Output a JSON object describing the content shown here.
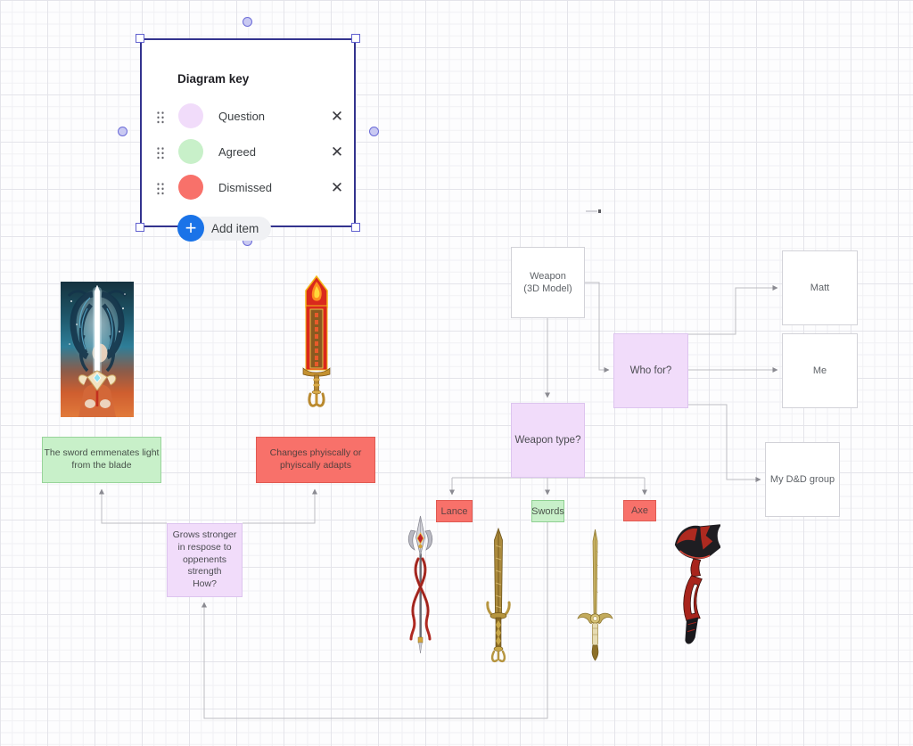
{
  "legend": {
    "title": "Diagram key",
    "items": [
      {
        "label": "Question",
        "color": "#f1dcfa"
      },
      {
        "label": "Agreed",
        "color": "#c8f0c9"
      },
      {
        "label": "Dismissed",
        "color": "#f8716a"
      }
    ],
    "add_item_label": "Add item",
    "icons": {
      "add": "+",
      "remove": "✕"
    }
  },
  "flow": {
    "weapon_model": "Weapon\n(3D Model)",
    "who_for": "Who for?",
    "matt": "Matt",
    "me": "Me",
    "dnd_group": "My D&D group",
    "weapon_type": "Weapon type?",
    "branches": [
      {
        "label": "Lance",
        "color": "#f8716a"
      },
      {
        "label": "Swords",
        "color": "#c8f0c9"
      },
      {
        "label": "Axe",
        "color": "#f8716a"
      }
    ]
  },
  "notes": {
    "agreed_note": "The sword emmenates light\nfrom the blade",
    "dismissed_note": "Changes phyiscally or\nphyiscally adapts",
    "question_note": "Grows stronger\nin respose to\noppenents\nstrength\nHow?"
  },
  "images": [
    {
      "name": "glowing-sword-artwork"
    },
    {
      "name": "flaming-sword"
    },
    {
      "name": "ornate-lance"
    },
    {
      "name": "gold-longsword"
    },
    {
      "name": "gold-knight-sword"
    },
    {
      "name": "red-black-axe"
    }
  ],
  "colors": {
    "selection": "#33338e",
    "handle_fill": "#c9c9f2",
    "add_button": "#1a73e8",
    "connector": "#bdbdc3"
  }
}
